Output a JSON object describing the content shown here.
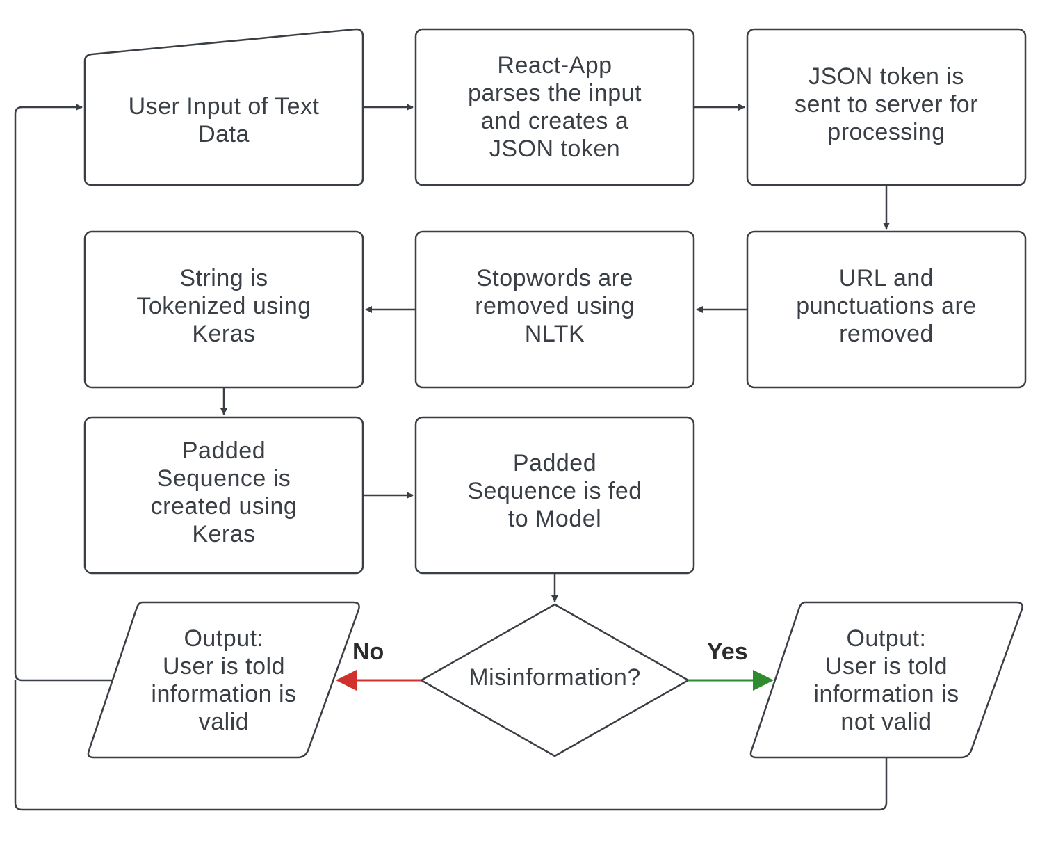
{
  "nodes": {
    "user_input": "User Input of Text\nData",
    "react_app": "React-App\nparses the input\nand creates a\nJSON token",
    "json_sent": "JSON token is\nsent to server for\nprocessing",
    "url_removed": "URL and\npunctuations are\nremoved",
    "stopwords": "Stopwords are\nremoved using\nNLTK",
    "tokenized": "String is\nTokenized using\nKeras",
    "padded_created": "Padded\nSequence is\ncreated using\nKeras",
    "padded_fed": "Padded\nSequence is fed\nto Model",
    "decision": "Misinformation?",
    "output_valid": "Output:\nUser is told\ninformation is\nvalid",
    "output_not_valid": "Output:\nUser is told\ninformation is\nnot valid"
  },
  "edges": {
    "no_label": "No",
    "yes_label": "Yes"
  },
  "colors": {
    "stroke": "#3a3f45",
    "no_arrow": "#d0312d",
    "yes_arrow": "#2e8b2e"
  }
}
